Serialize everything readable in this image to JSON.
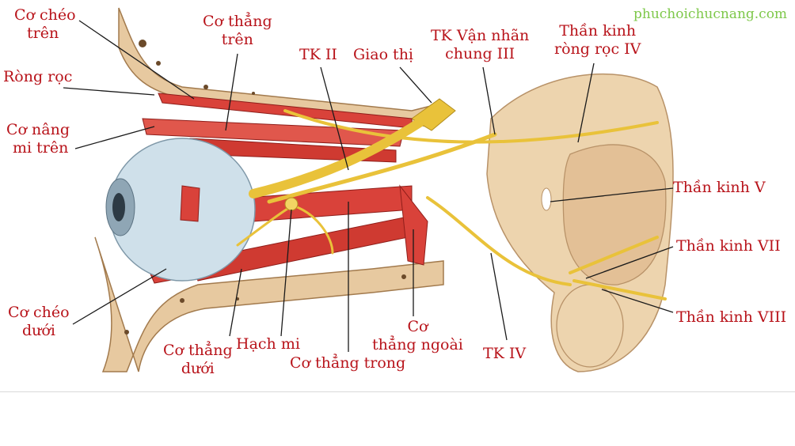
{
  "watermark": "phuchoichucnang.com",
  "colors": {
    "label": "#b8131a",
    "watermark": "#7ec84a",
    "muscle": "#d9423a",
    "nerve": "#e9c23a",
    "bone": "#e7c9a0",
    "brain": "#edd4ae",
    "eyeball": "#cfe0ea"
  },
  "labels": {
    "co_cheo_tren_1": "Cơ chéo",
    "co_cheo_tren_2": "trên",
    "rong_roc": "Ròng rọc",
    "co_nang_mi_1": "Cơ nâng",
    "co_nang_mi_2": "mi trên",
    "co_cheo_duoi_1": "Cơ chéo",
    "co_cheo_duoi_2": "dưới",
    "co_thang_tren_1": "Cơ thẳng",
    "co_thang_tren_2": "trên",
    "tk_ii": "TK II",
    "giao_thi": "Giao thị",
    "tk_van_nhan_1": "TK Vận nhãn",
    "tk_van_nhan_2": "chung III",
    "than_kinh_rong_roc_1": "Thần kinh",
    "than_kinh_rong_roc_2": "ròng rọc IV",
    "than_kinh_v": "Thần kinh V",
    "than_kinh_vii": "Thần kinh VII",
    "than_kinh_viii": "Thần kinh VIII",
    "co_thang_duoi_1": "Cơ thẳng",
    "co_thang_duoi_2": "dưới",
    "hach_mi": "Hạch mi",
    "co_thang_trong": "Cơ thẳng trong",
    "co_thang_ngoai_1": "Cơ",
    "co_thang_ngoai_2": "thẳng ngoài",
    "tk_iv": "TK IV"
  }
}
